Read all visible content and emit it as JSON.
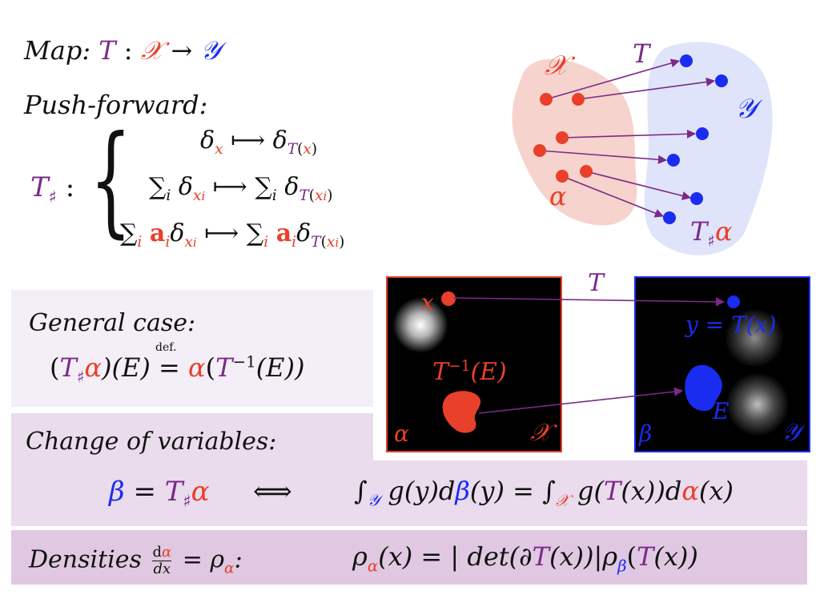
{
  "map": {
    "label": "Map:",
    "T": "T",
    "colon": ":",
    "X": "𝒳",
    "arrow": "→",
    "Y": "𝒴"
  },
  "pushforward": {
    "label": "Push-forward:",
    "T_sharp": "T",
    "sharp": "♯",
    "colon": ":",
    "brace": "{",
    "rows": [
      {
        "lhs_main": "δ",
        "lhs_sub": "x",
        "maps": "⟼",
        "rhs_main": "δ",
        "rhs_sub_T": "T",
        "rhs_sub_open": "(",
        "rhs_sub_x": "x",
        "rhs_sub_close": ")"
      },
      {
        "lhs_sum": "∑",
        "lhs_sum_i": "i",
        "lhs_main": "δ",
        "lhs_sub": "x",
        "lhs_sub_i": "i",
        "maps": "⟼",
        "rhs_sum": "∑",
        "rhs_sum_i": "i",
        "rhs_main": "δ",
        "rhs_sub_T": "T",
        "rhs_sub_open": "(",
        "rhs_sub_x": "x",
        "rhs_sub_i": "i",
        "rhs_sub_close": ")"
      },
      {
        "lhs_sum": "∑",
        "lhs_sum_i": "i",
        "lhs_a": "a",
        "lhs_a_i": "i",
        "lhs_main": "δ",
        "lhs_sub": "x",
        "lhs_sub_i": "i",
        "maps": "⟼",
        "rhs_sum": "∑",
        "rhs_sum_i": "i",
        "rhs_a": "a",
        "rhs_a_i": "i",
        "rhs_main": "δ",
        "rhs_sub_T": "T",
        "rhs_sub_open": "(",
        "rhs_sub_x": "x",
        "rhs_sub_i": "i",
        "rhs_sub_close": ")"
      }
    ]
  },
  "diagram_top": {
    "X": "𝒳",
    "Y": "𝒴",
    "T": "T",
    "alpha": "α",
    "T_sharp_alpha_T": "T",
    "T_sharp_alpha_sharp": "♯",
    "T_sharp_alpha_alpha": "α",
    "colors": {
      "red_blob": "#f6d3cc",
      "blue_blob": "#dfe4fa",
      "red_dot": "#e8402a",
      "blue_dot": "#1a2cf0",
      "arrow": "#7a2a88"
    }
  },
  "general_case": {
    "label": "General case:",
    "formula_open": "(",
    "formula_T": "T",
    "formula_sharp": "♯",
    "formula_alpha": "α",
    "formula_close": ")(E)",
    "formula_def": "def.",
    "formula_eq": "=",
    "formula_alpha2": "α",
    "formula_rest1": "(",
    "formula_Tinv": "T",
    "formula_inv": "−1",
    "formula_rest2": "(E))"
  },
  "frames": {
    "T_label": "T",
    "left": {
      "x": "x",
      "Tinv": "T",
      "inv": "−1",
      "E": "(E)",
      "alpha": "α",
      "X": "𝒳"
    },
    "right": {
      "y": "y = T(x)",
      "E": "E",
      "beta": "β",
      "Y": "𝒴"
    }
  },
  "change_of_variables": {
    "label": "Change of variables:",
    "beta": "β",
    "eq": "=",
    "T": "T",
    "sharp": "♯",
    "alpha": "α",
    "iff": "⟺",
    "int1": "∫",
    "int1_sub": "𝒴",
    "g1": "g(y)d",
    "beta2": "β",
    "g1_end": "(y) =",
    "int2": "∫",
    "int2_sub": "𝒳",
    "g2": "g(",
    "T2": "T",
    "g2_mid": "(x))d",
    "alpha2": "α",
    "g2_end": "(x)"
  },
  "densities": {
    "label": "Densities",
    "frac_num_d": "d",
    "frac_num_alpha": "α",
    "frac_den": "dx",
    "eq": "=",
    "rho": "ρ",
    "rho_sub": "α",
    "colon": ":",
    "f_rho": "ρ",
    "f_rho_sub": "α",
    "f_mid": "(x) = | det(∂",
    "f_T": "T",
    "f_mid2": "(x))|",
    "f_rho2": "ρ",
    "f_rho2_sub": "β",
    "f_open": "(",
    "f_T2": "T",
    "f_end": "(x))"
  }
}
